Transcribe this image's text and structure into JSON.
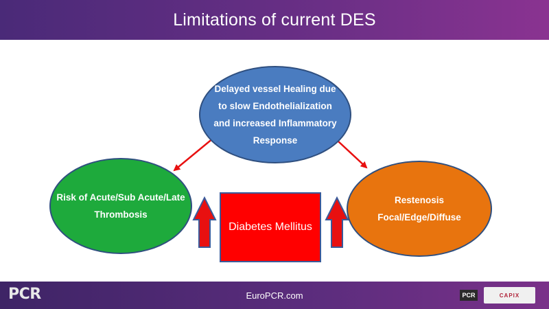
{
  "header": {
    "title": "Limitations of current DES"
  },
  "diagram": {
    "top_node": {
      "text": "Delayed vessel Healing  due\nto slow Endothelialization\nand increased Inflammatory\nResponse",
      "color": "#4a7cc0"
    },
    "left_node": {
      "text": "Risk of Acute/Sub Acute/Late\nThrombosis",
      "color": "#1eaa3c"
    },
    "right_node": {
      "text": "Restenosis\nFocal/Edge/Diffuse",
      "color": "#e8740e"
    },
    "center_node": {
      "text": "Diabetes Mellitus",
      "color": "#ff0000"
    },
    "arrow_color": "#e81010"
  },
  "footer": {
    "url": "EuroPCR.com",
    "logo_left": "PCR",
    "logo_right_small": "PCR",
    "logo_right": "CAPIX"
  }
}
